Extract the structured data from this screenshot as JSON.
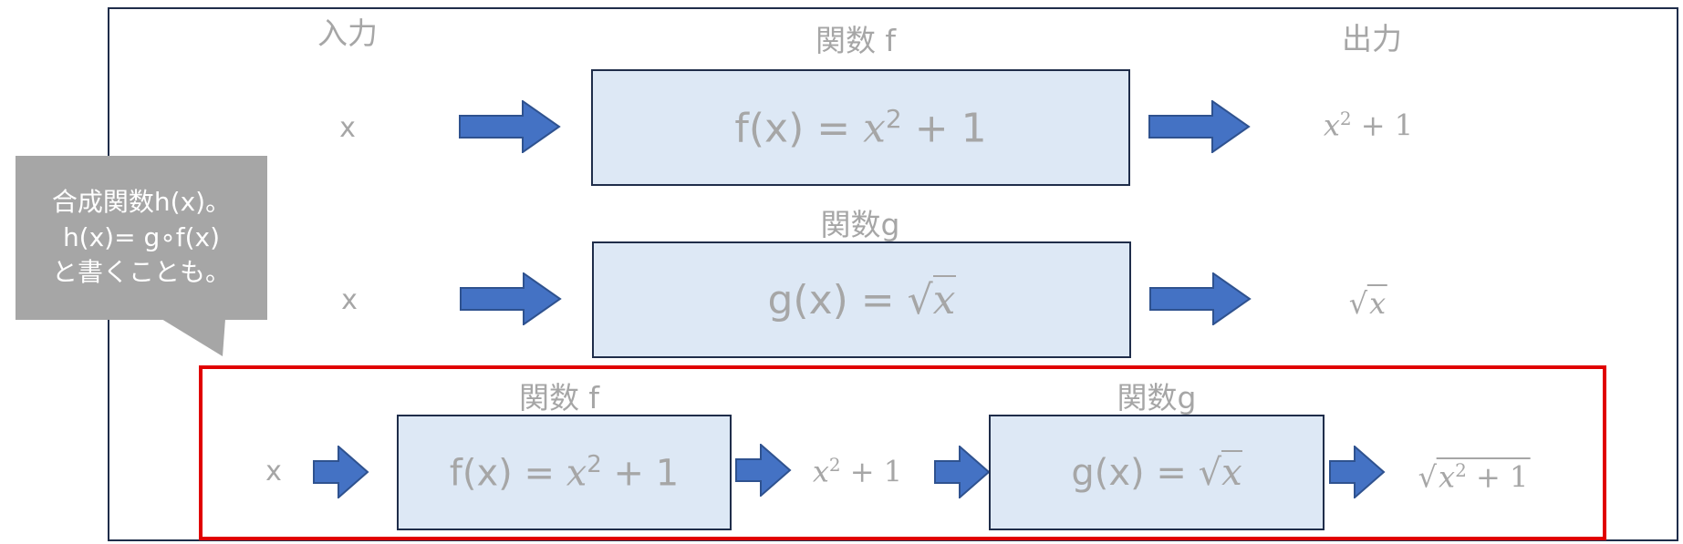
{
  "headers": {
    "input": "入力",
    "func_f": "関数 f",
    "output": "出力",
    "func_g": "関数g"
  },
  "row1": {
    "input": "x",
    "formula_prefix": "f(x) = ",
    "formula_var": "x",
    "formula_exp": "2",
    "formula_suffix": " + 1",
    "out_var": "x",
    "out_exp": "2",
    "out_suffix": " + 1"
  },
  "row2": {
    "input": "x",
    "formula_prefix": "g(x) = √",
    "formula_var": "x",
    "out_sqrt": "√",
    "out_var": "x"
  },
  "composite": {
    "f_label": "関数 f",
    "g_label": "関数g",
    "input": "x",
    "f_prefix": "f(x) = ",
    "f_var": "x",
    "f_exp": "2",
    "f_suffix": " + 1",
    "mid_var": "x",
    "mid_exp": "2",
    "mid_suffix": " + 1",
    "g_prefix": "g(x) = √",
    "g_var": "x",
    "final_sqrt": "√",
    "final_var": "x",
    "final_exp": "2",
    "final_suffix": " + 1"
  },
  "callout": {
    "line1": "合成関数h(x)。",
    "line2": "h(x)= g∘f(x)",
    "line3": "と書くことも。"
  },
  "colors": {
    "arrow": "#4472c4",
    "box_fill": "#dde8f5",
    "highlight": "#e00000",
    "callout_bg": "#a6a6a6",
    "text": "#a6a6a6"
  }
}
